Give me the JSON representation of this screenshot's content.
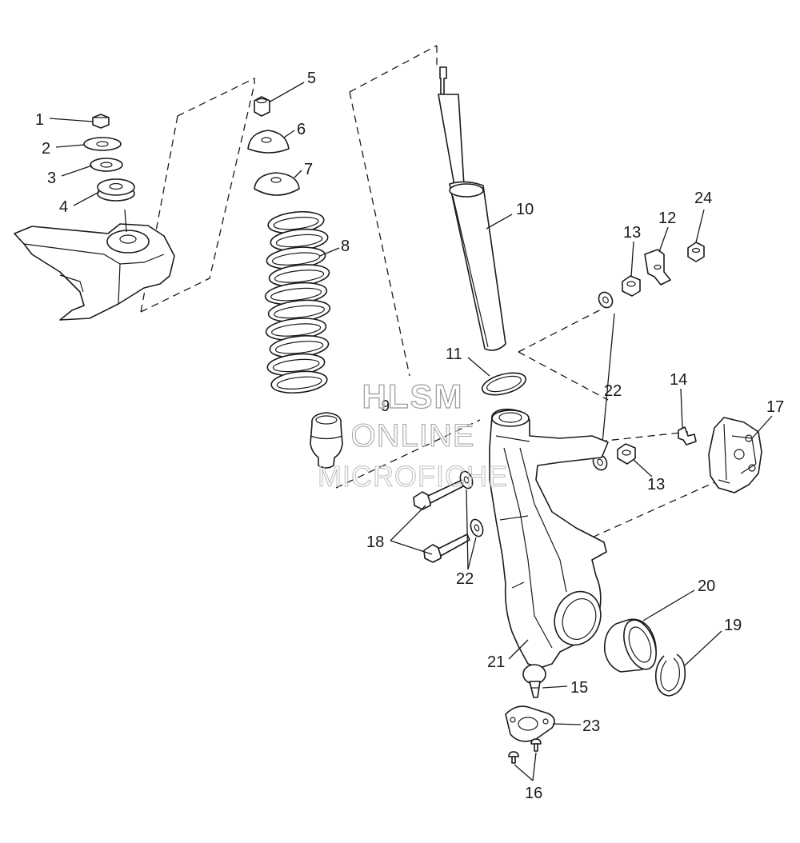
{
  "watermark": {
    "line1": "HLSM",
    "line2": "ONLINE",
    "line3": "MICROFICHE"
  },
  "callouts": {
    "c1": "1",
    "c2": "2",
    "c3": "3",
    "c4": "4",
    "c5": "5",
    "c6": "6",
    "c7": "7",
    "c8": "8",
    "c9": "9",
    "c10": "10",
    "c11": "11",
    "c12": "12",
    "c13a": "13",
    "c13b": "13",
    "c14": "14",
    "c15": "15",
    "c16": "16",
    "c17": "17",
    "c18": "18",
    "c19": "19",
    "c20": "20",
    "c21": "21",
    "c22a": "22",
    "c22b": "22",
    "c23": "23",
    "c24": "24"
  },
  "colors": {
    "ink": "#1a1a1a",
    "watermark": "#9a9a9a"
  }
}
